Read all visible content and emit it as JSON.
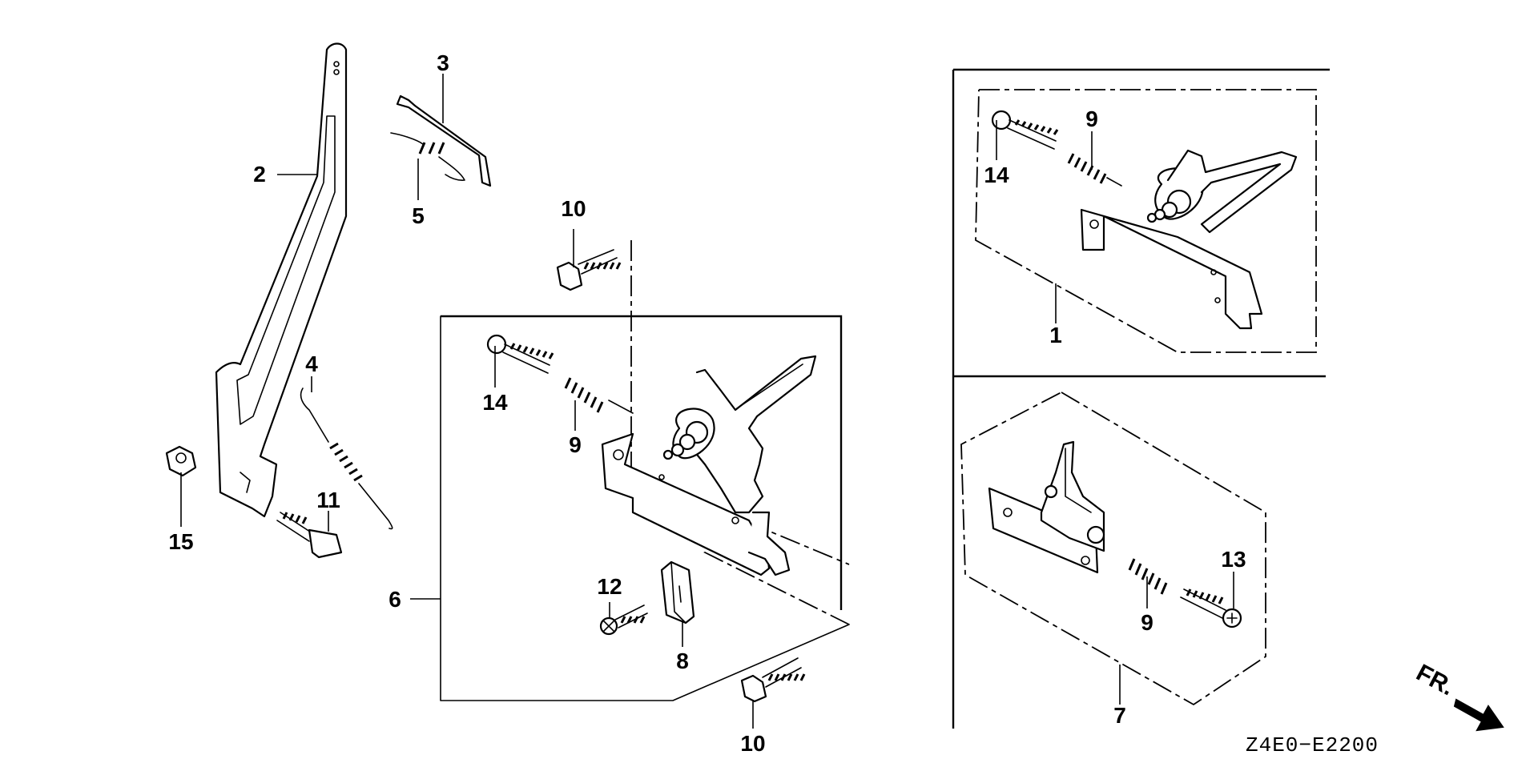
{
  "diagram": {
    "code": "Z4E0−E2200",
    "direction_label": "FR.",
    "callouts": {
      "c1": "1",
      "c2": "2",
      "c3": "3",
      "c4": "4",
      "c5": "5",
      "c6": "6",
      "c7": "7",
      "c8": "8",
      "c9a": "9",
      "c9b": "9",
      "c9c": "9",
      "c10a": "10",
      "c10b": "10",
      "c11": "11",
      "c12": "12",
      "c13": "13",
      "c14a": "14",
      "c14b": "14",
      "c15": "15"
    }
  }
}
